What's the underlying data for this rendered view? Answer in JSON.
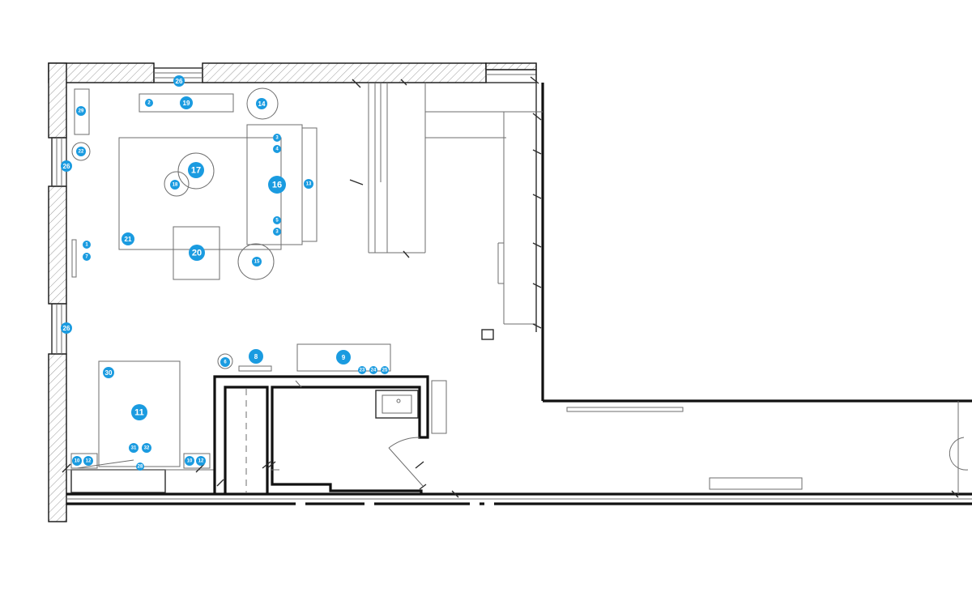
{
  "markers": [
    {
      "label": "26"
    },
    {
      "label": "2"
    },
    {
      "label": "19"
    },
    {
      "label": "14"
    },
    {
      "label": "29"
    },
    {
      "label": "22"
    },
    {
      "label": "26"
    },
    {
      "label": "17"
    },
    {
      "label": "18"
    },
    {
      "label": "3"
    },
    {
      "label": "4"
    },
    {
      "label": "16"
    },
    {
      "label": "13"
    },
    {
      "label": "5"
    },
    {
      "label": "3"
    },
    {
      "label": "21"
    },
    {
      "label": "20"
    },
    {
      "label": "15"
    },
    {
      "label": "1"
    },
    {
      "label": "7"
    },
    {
      "label": "26"
    },
    {
      "label": "6"
    },
    {
      "label": "8"
    },
    {
      "label": "9"
    },
    {
      "label": "23"
    },
    {
      "label": "24"
    },
    {
      "label": "25"
    },
    {
      "label": "30"
    },
    {
      "label": "11"
    },
    {
      "label": "31"
    },
    {
      "label": "32"
    },
    {
      "label": "28"
    },
    {
      "label": "10"
    },
    {
      "label": "12"
    },
    {
      "label": "10"
    },
    {
      "label": "12"
    }
  ],
  "colors": {
    "marker_fill": "#1a9be0",
    "marker_text": "#ffffff",
    "wall": "#111111",
    "furniture_line": "#6d6d6d"
  }
}
